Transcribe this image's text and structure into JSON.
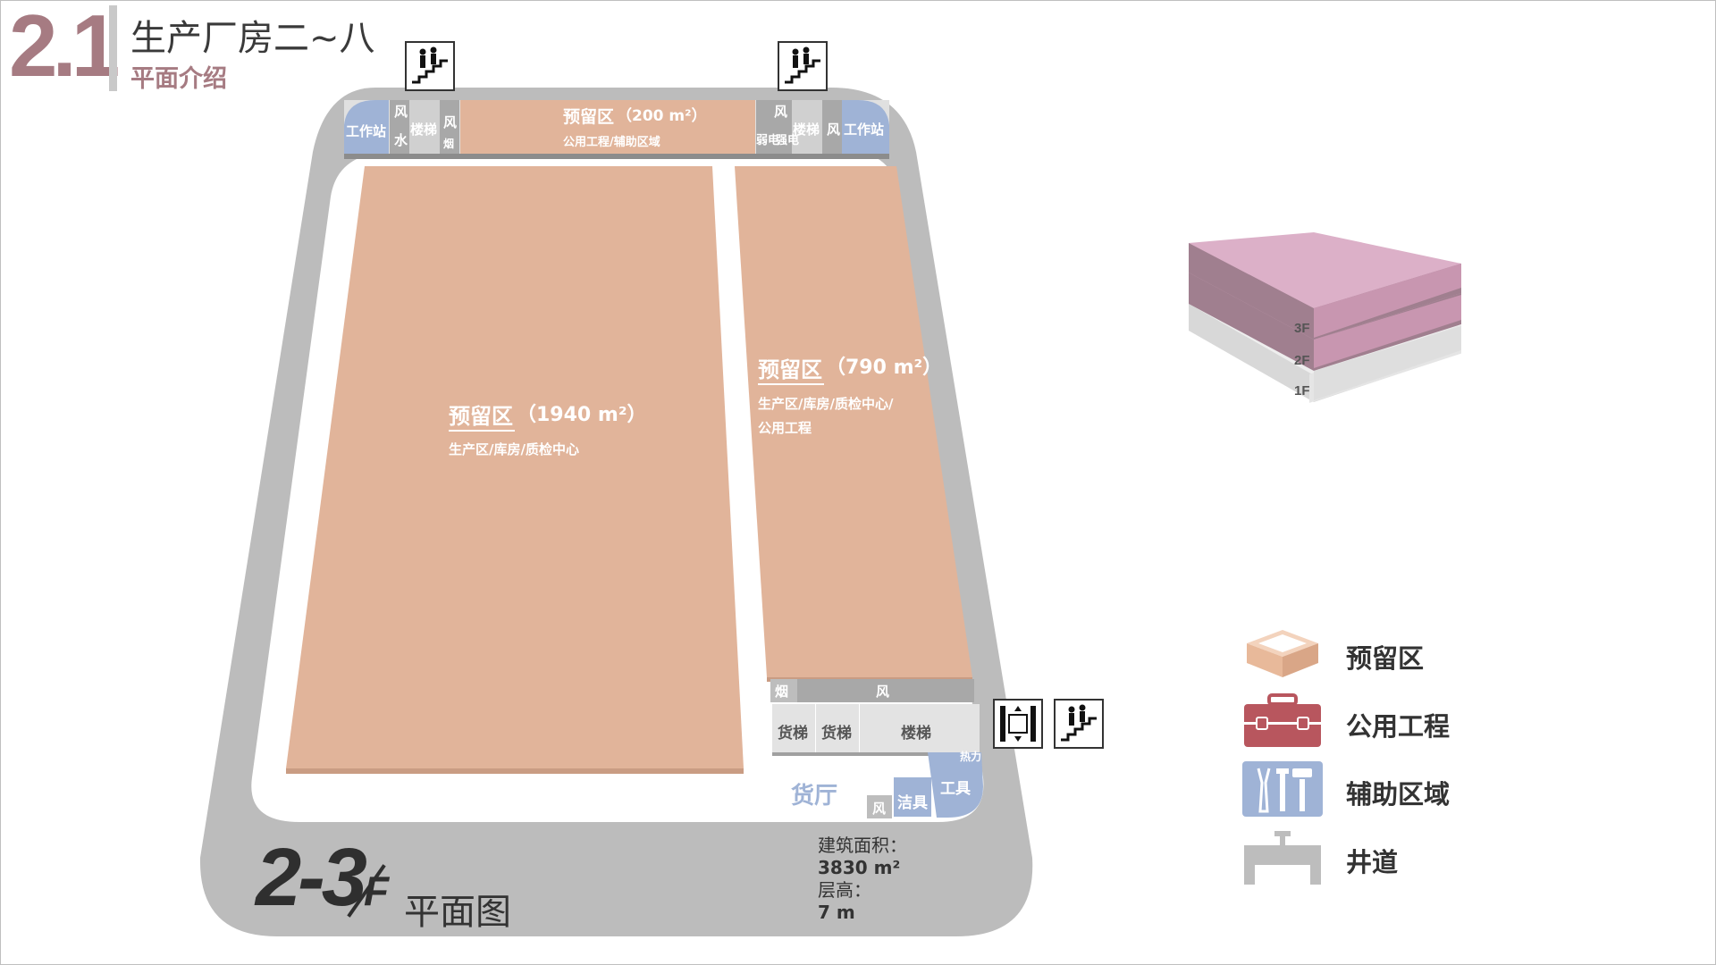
{
  "header": {
    "section_number": "2.1",
    "title": "生产厂房二~八",
    "subtitle": "平面介绍"
  },
  "plan": {
    "zone_big": {
      "name": "预留区",
      "area": "（1940 m²）",
      "use": "生产区/库房/质检中心"
    },
    "zone_right": {
      "name": "预留区",
      "area": "（790 m²）",
      "use_line1": "生产区/库房/质检中心/",
      "use_line2": "公用工程"
    },
    "zone_top": {
      "name": "预留区",
      "area": "（200 m²）",
      "use": "公用工程/辅助区域"
    },
    "top_left": {
      "workstation": "工作站",
      "wind": "风",
      "water": "水",
      "stair": "楼梯",
      "wind2": "风",
      "smoke": "烟"
    },
    "top_right": {
      "wind": "风",
      "weak_elec": "弱电",
      "strong_elec": "强电",
      "stair": "楼梯",
      "wind2": "风",
      "workstation": "工作站"
    },
    "bottom": {
      "smoke": "烟",
      "wind": "风",
      "freight1": "货梯",
      "freight2": "货梯",
      "stair": "楼梯",
      "heat": "热力",
      "tools": "工具",
      "cleaning": "洁具",
      "wind2": "风",
      "hall": "货厅"
    }
  },
  "floor_label": {
    "level": "2-3",
    "suffix": "F",
    "word": "平面图"
  },
  "stats": {
    "area_label": "建筑面积：",
    "area_value": "3830 m²",
    "height_label": "层高：",
    "height_value": "7 m"
  },
  "stack": {
    "floors": [
      "3F",
      "2F",
      "1F"
    ],
    "highlighted": [
      "3F",
      "2F"
    ],
    "colors": {
      "highlight": "#dcb0c8",
      "normal": "#e5e5e5"
    }
  },
  "legend": [
    {
      "icon": "reserved-box-icon",
      "label": "预留区",
      "color": "#e8b99a"
    },
    {
      "icon": "toolbox-icon",
      "label": "公用工程",
      "color": "#b8565e"
    },
    {
      "icon": "tools-icon",
      "label": "辅助区域",
      "color": "#9fb3d6"
    },
    {
      "icon": "pipe-icon",
      "label": "井道",
      "color": "#bdbdbd"
    }
  ]
}
